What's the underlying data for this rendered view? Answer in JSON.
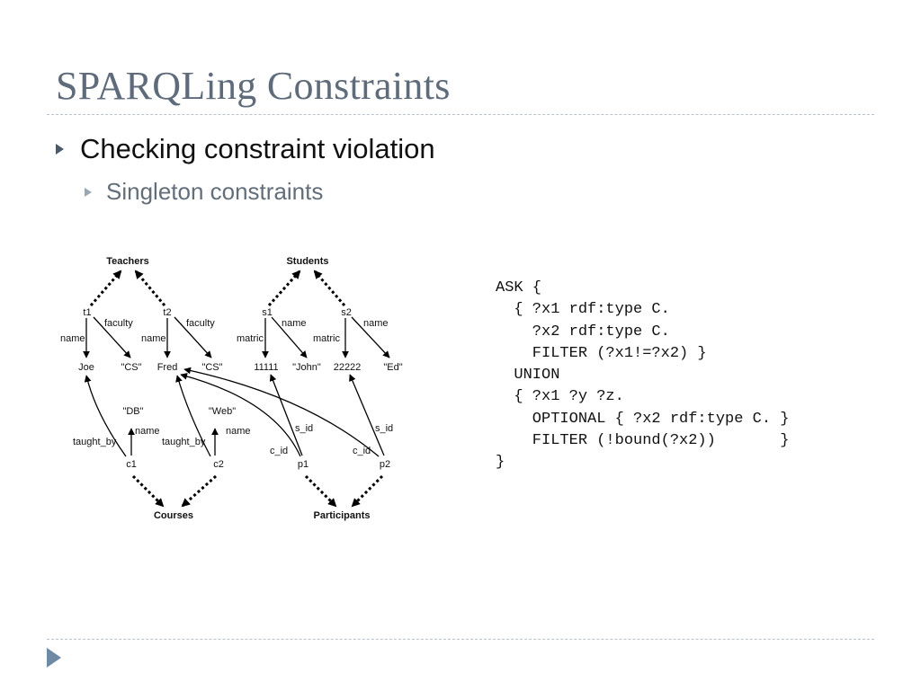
{
  "slide": {
    "title": "SPARQLing Constraints",
    "bullet1": "Checking constraint violation",
    "bullet2": "Singleton constraints"
  },
  "diagram": {
    "nodes": {
      "teachers": "Teachers",
      "students": "Students",
      "courses": "Courses",
      "participants": "Participants",
      "t1": "t1",
      "t2": "t2",
      "s1": "s1",
      "s2": "s2",
      "c1": "c1",
      "c2": "c2",
      "p1": "p1",
      "p2": "p2",
      "joe": "Joe",
      "cs1": "\"CS\"",
      "fred": "Fred",
      "cs2": "\"CS\"",
      "n11111": "11111",
      "john": "\"John\"",
      "n22222": "22222",
      "ed": "\"Ed\"",
      "db": "\"DB\"",
      "web": "\"Web\""
    },
    "edges": {
      "t1_name": "name",
      "t1_faculty": "faculty",
      "t2_name": "name",
      "t2_faculty": "faculty",
      "s1_matric": "matric",
      "s1_name": "name",
      "s2_matric": "matric",
      "s2_name": "name",
      "c1_taught_by": "taught_by",
      "c1_name": "name",
      "c2_taught_by": "taught_by",
      "c2_name": "name",
      "p1_c_id": "c_id",
      "p1_s_id": "s_id",
      "p2_c_id": "c_id",
      "p2_s_id": "s_id"
    }
  },
  "query": {
    "lines": [
      "ASK {",
      "  { ?x1 rdf:type C.",
      "    ?x2 rdf:type C.",
      "    FILTER (?x1!=?x2) }",
      "  UNION",
      "  { ?x1 ?y ?z.",
      "    OPTIONAL { ?x2 rdf:type C. }",
      "    FILTER (!bound(?x2))       }",
      "}"
    ]
  }
}
